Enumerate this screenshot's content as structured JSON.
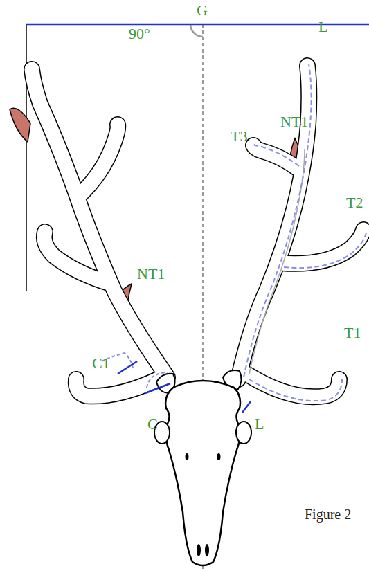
{
  "diagram": {
    "caption": "Figure 2",
    "labels": [
      "G",
      "90°",
      "L",
      "T3",
      "NT1",
      "T2",
      "T1",
      "L",
      "NT1",
      "C1",
      "C"
    ]
  }
}
